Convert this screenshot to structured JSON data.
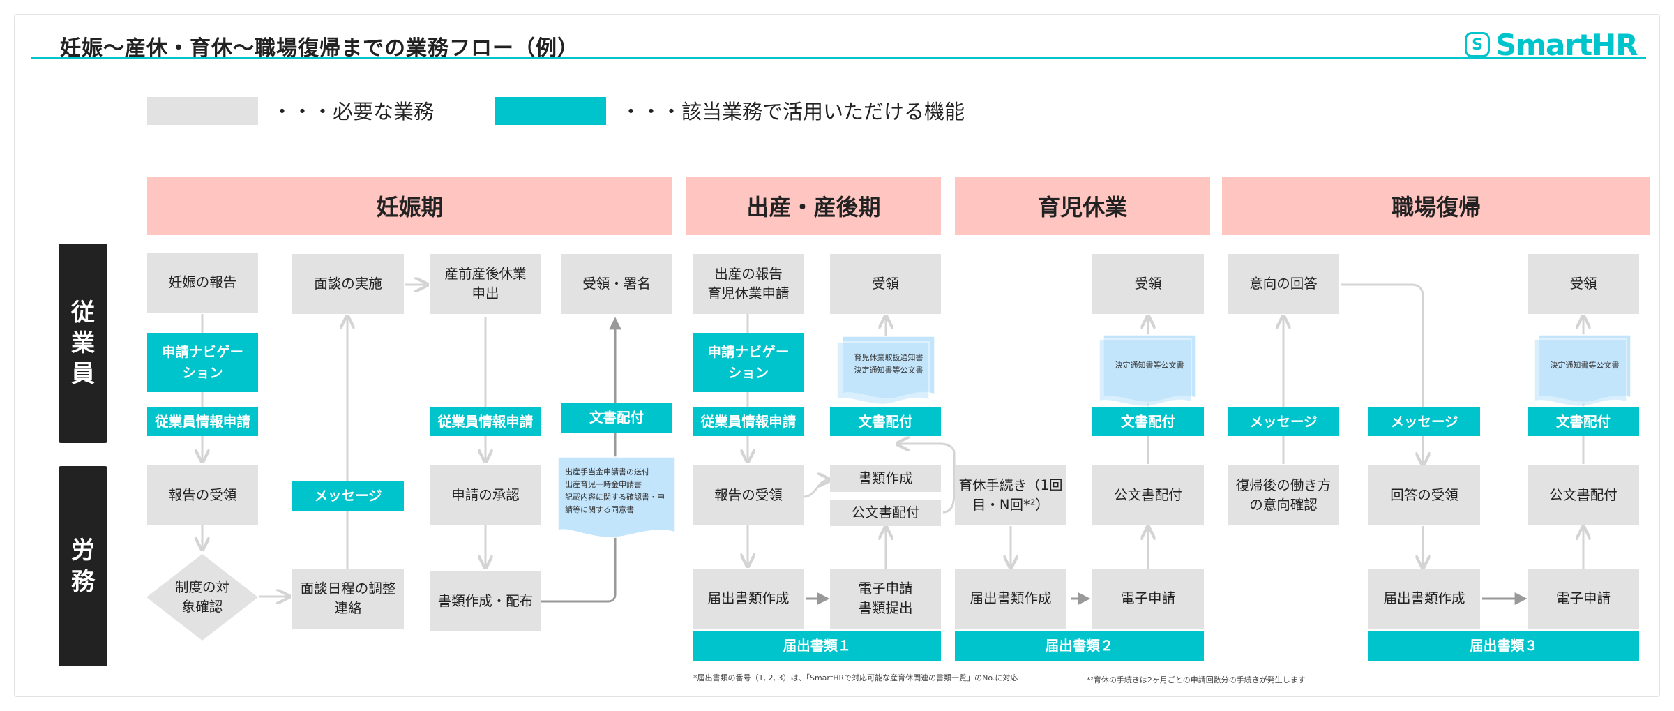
{
  "title": "妊娠〜産休・育休〜職場復帰までの業務フロー（例）",
  "logo": {
    "mark": "S",
    "text": "SmartHR"
  },
  "legend": {
    "required": "・・・必要な業務",
    "feature": "・・・該当業務で活用いただける機能"
  },
  "colors": {
    "teal": "#00c4cc",
    "gray": "#e2e2e2",
    "pink": "#ffc5c0",
    "dark": "#222222"
  },
  "phases": [
    "妊娠期",
    "出産・産後期",
    "育児休業",
    "職場復帰"
  ],
  "roles": {
    "employee": [
      "従",
      "業",
      "員"
    ],
    "labor": [
      "労",
      "務"
    ]
  },
  "pregnancy": {
    "report": "妊娠の報告",
    "interview": "面談の実施",
    "leave_req": "産前産後休業\n申出",
    "receive_sign": "受領・署名",
    "nav": "申請ナビゲー\nション",
    "info1": "従業員情報申請",
    "info2": "従業員情報申請",
    "doc_send": "文書配付",
    "report_recv": "報告の受領",
    "message": "メッセージ",
    "approve": "申請の承認",
    "system_check": "制度の対\n象確認",
    "schedule": "面談日程の調整\n連絡",
    "docs_make": "書類作成・配布",
    "doc_note": "出産手当金申請書の送付\n出産育児一時金申請書\n記載内容に関する確認書・申\n請等に関する同意書"
  },
  "birth": {
    "report": "出産の報告\n育児休業申請",
    "receive": "受領",
    "nav": "申請ナビゲー\nション",
    "info": "従業員情報申請",
    "doc_note": "育児休業取扱通知書\n決定通知書等公文書",
    "doc_send": "文書配付",
    "report_recv": "報告の受領",
    "docs_make": "書類作成",
    "official": "公文書配付",
    "forms": "届出書類作成",
    "e_apply": "電子申請\n書類提出",
    "forms_label": "届出書類１"
  },
  "childcare": {
    "receive": "受領",
    "doc_note": "決定通知書等公文書",
    "doc_send": "文書配付",
    "procedure": "育休手続き（1回\n目・N回*²）",
    "official": "公文書配付",
    "forms": "届出書類作成",
    "e_apply": "電子申請",
    "forms_label": "届出書類２"
  },
  "return": {
    "intent": "意向の回答",
    "receive": "受領",
    "message1": "メッセージ",
    "message2": "メッセージ",
    "doc_note": "決定通知書等公文書",
    "doc_send": "文書配付",
    "confirm": "復帰後の働き方\nの意向確認",
    "answer_recv": "回答の受領",
    "official": "公文書配付",
    "forms": "届出書類作成",
    "e_apply": "電子申請",
    "forms_label": "届出書類３"
  },
  "footnotes": {
    "f1": "*届出書類の番号（1, 2, 3）は、「SmartHRで対応可能な産育休関連の書類一覧」のNo.に対応",
    "f2": "*²育休の手続きは2ヶ月ごとの申請回数分の手続きが発生します"
  }
}
